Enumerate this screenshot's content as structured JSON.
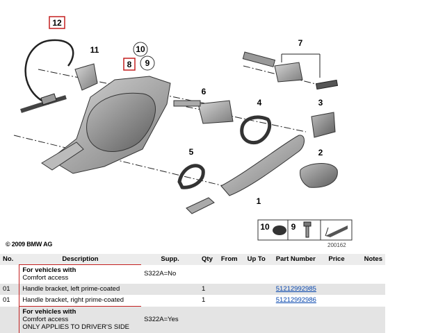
{
  "diagram": {
    "callouts": {
      "c1": "1",
      "c2": "2",
      "c3": "3",
      "c4": "4",
      "c5": "5",
      "c6": "6",
      "c7": "7",
      "c8": "8",
      "c9": "9",
      "c10": "10",
      "c11": "11",
      "c12": "12"
    },
    "legend": {
      "l10": "10",
      "l9": "9"
    },
    "copyright": "© 2009 BMW AG",
    "diagram_number": "200162"
  },
  "table": {
    "headers": {
      "no": "No.",
      "description": "Description",
      "supp": "Supp.",
      "qty": "Qty",
      "from": "From",
      "upto": "Up To",
      "part_number": "Part Number",
      "price": "Price",
      "notes": "Notes"
    },
    "rows": [
      {
        "title": "For vehicles with",
        "line2": "Comfort access",
        "supp": "S322A=No"
      },
      {
        "no": "01",
        "description": "Handle bracket, left prime-coated",
        "qty": "1",
        "part_number": "51212992985"
      },
      {
        "no": "01",
        "description": "Handle bracket, right prime-coated",
        "qty": "1",
        "part_number": "51212992986"
      },
      {
        "title": "For vehicles with",
        "line2": "Comfort access",
        "line3": "ONLY APPLIES TO DRIVER'S SIDE",
        "supp": "S322A=Yes"
      }
    ]
  },
  "colors": {
    "highlight_red": "#c31f1f",
    "link_blue": "#0645ad",
    "row_gray": "#e4e4e4"
  }
}
